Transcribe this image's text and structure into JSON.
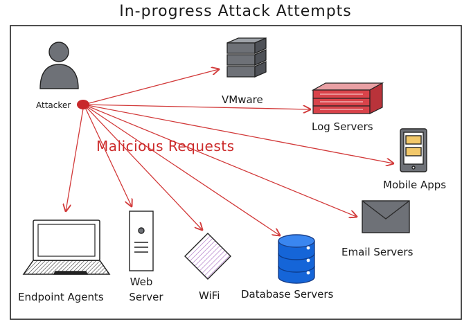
{
  "title": "In-progress Attack Attempts",
  "attacker": {
    "label": "Attacker",
    "icon": "user-icon"
  },
  "edge_label": "Malicious Requests",
  "targets": [
    {
      "id": "vmware",
      "label": "VMware",
      "icon": "server-stack-icon"
    },
    {
      "id": "log-servers",
      "label": "Log Servers",
      "icon": "rack-server-icon"
    },
    {
      "id": "mobile-apps",
      "label": "Mobile Apps",
      "icon": "mobile-phone-icon"
    },
    {
      "id": "email-servers",
      "label": "Email Servers",
      "icon": "envelope-icon"
    },
    {
      "id": "database-servers",
      "label": "Database Servers",
      "icon": "database-icon"
    },
    {
      "id": "wifi",
      "label": "WiFi",
      "icon": "wifi-icon"
    },
    {
      "id": "web-server",
      "label_line1": "Web",
      "label_line2": "Server",
      "icon": "tower-server-icon"
    },
    {
      "id": "endpoint-agents",
      "label": "Endpoint Agents",
      "icon": "laptop-icon"
    }
  ],
  "colors": {
    "arrow": "#d23a3a",
    "frame": "#222222",
    "db_blue": "#1565d8",
    "rack_red": "#d9434a",
    "icon_gray": "#6e7177",
    "note_yellow": "#f2c86a"
  }
}
